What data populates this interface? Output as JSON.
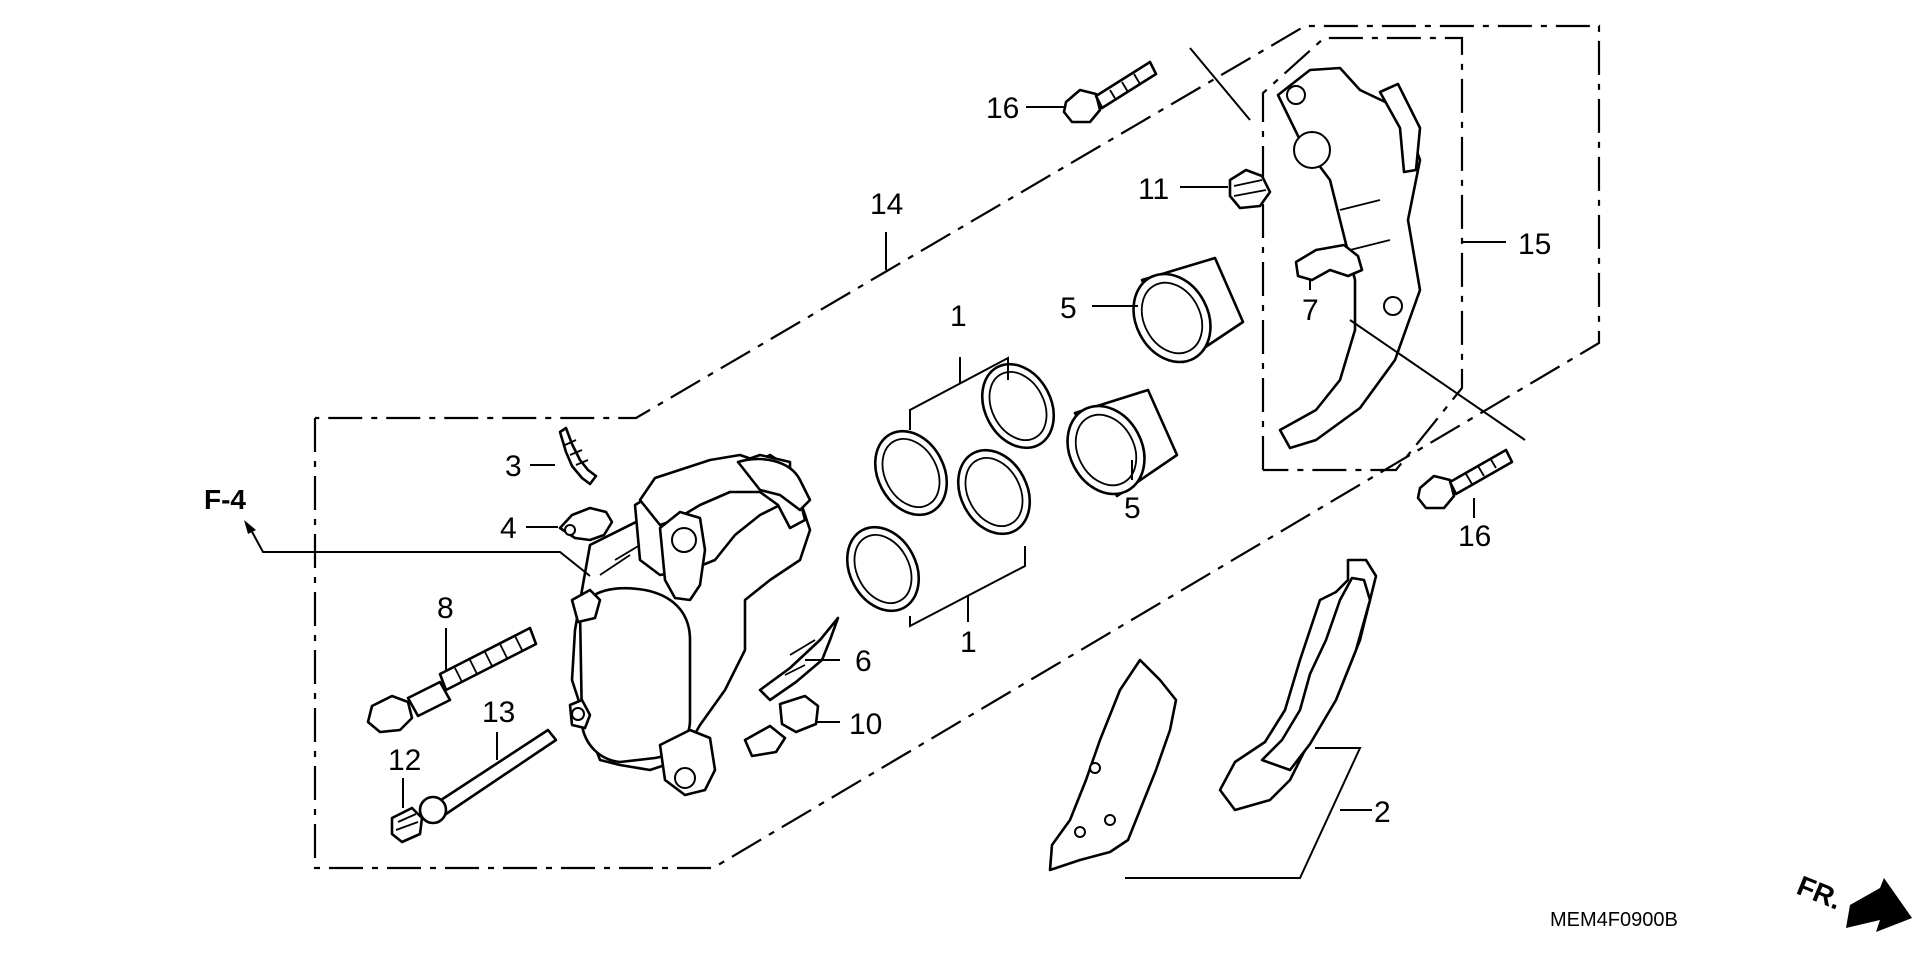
{
  "diagram": {
    "title": "",
    "diagram_code": "MEM4F0900B",
    "reference": "F-4",
    "direction_label": "FR.",
    "callouts": {
      "n1a": "1",
      "n1b": "1",
      "n2": "2",
      "n3": "3",
      "n4": "4",
      "n5a": "5",
      "n5b": "5",
      "n6": "6",
      "n7": "7",
      "n8": "8",
      "n10": "10",
      "n11": "11",
      "n12": "12",
      "n13": "13",
      "n14": "14",
      "n15": "15",
      "n16a": "16",
      "n16b": "16"
    },
    "icons": {
      "direction_arrow": "front-direction-arrow-icon",
      "reference_arrow": "reference-arrow-icon"
    },
    "colors": {
      "line": "#000000",
      "background": "#ffffff"
    }
  }
}
